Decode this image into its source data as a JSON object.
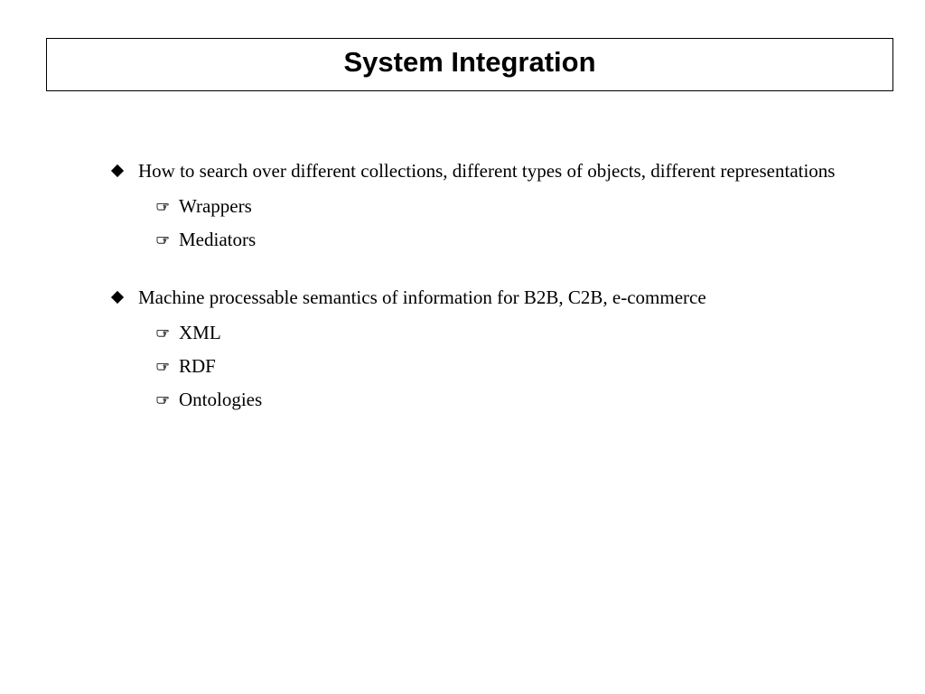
{
  "slide": {
    "title": "System Integration",
    "bullets": [
      {
        "text": "How to search over different collections, different types of objects, different representations",
        "marker_icon": "diamond-bullet-icon",
        "sub_items": [
          {
            "text": "Wrappers",
            "marker_icon": "pointing-hand-icon"
          },
          {
            "text": "Mediators",
            "marker_icon": "pointing-hand-icon"
          }
        ]
      },
      {
        "text": "Machine processable semantics of information for B2B, C2B, e-commerce",
        "marker_icon": "diamond-bullet-icon",
        "sub_items": [
          {
            "text": "XML",
            "marker_icon": "pointing-hand-icon"
          },
          {
            "text": "RDF",
            "marker_icon": "pointing-hand-icon"
          },
          {
            "text": "Ontologies",
            "marker_icon": "pointing-hand-icon"
          }
        ]
      }
    ]
  },
  "colors": {
    "background": "#ffffff",
    "text": "#000000",
    "border": "#000000"
  }
}
